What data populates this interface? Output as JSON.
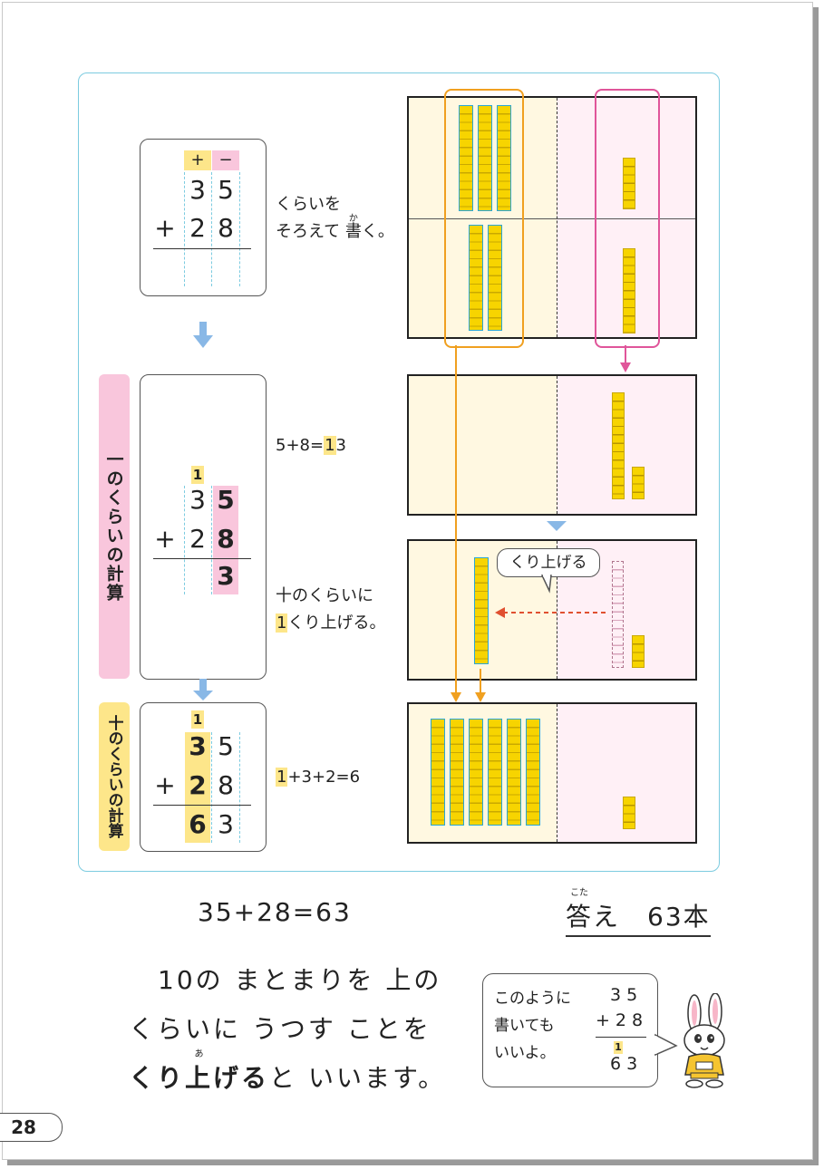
{
  "page_number": "28",
  "step1": {
    "header_plus": "+",
    "header_minus": "−",
    "top_tens": "3",
    "top_ones": "5",
    "sign": "+",
    "bot_tens": "2",
    "bot_ones": "8",
    "note_line1": "くらいを",
    "note_line2_a": "そろえて ",
    "note_line2_kanji": "書",
    "note_line2_ruby": "か",
    "note_line2_b": "く。"
  },
  "step2": {
    "side_label": "一のくらいの計算",
    "carry": "1",
    "top_tens": "3",
    "top_ones": "5",
    "sign": "+",
    "bot_tens": "2",
    "bot_ones": "8",
    "res_ones": "3",
    "note_eq_a": "5+8=",
    "note_eq_carry": "1",
    "note_eq_b": "3",
    "note_carry_line1": "十のくらいに",
    "note_carry_num": "1",
    "note_carry_line2": "くり上げる。",
    "bubble": "くり上げる"
  },
  "step3": {
    "side_label": "十のくらいの計算",
    "carry": "1",
    "top_tens": "3",
    "top_ones": "5",
    "sign": "+",
    "bot_tens": "2",
    "bot_ones": "8",
    "res_tens": "6",
    "res_ones": "3",
    "note_eq_carry": "1",
    "note_eq_b": "+3+2=6"
  },
  "summary": {
    "equation": "35+28=63",
    "answer_kanji": "答",
    "answer_ruby": "こた",
    "answer_rest": "え　63本"
  },
  "explain": {
    "line1": "10の まとまりを 上の",
    "line2": "くらいに うつす ことを",
    "line3_bold_a": "くり",
    "line3_bold_kanji": "上",
    "line3_ruby": "あ",
    "line3_bold_b": "げる",
    "line3_rest": "と いいます。"
  },
  "tip": {
    "line1": "このように",
    "line2": "書いても",
    "line3": "いいよ。",
    "top": "35",
    "bottom": "+28",
    "carry": "1",
    "result": "63"
  },
  "colors": {
    "panel_border": "#7ccbe0",
    "yellow": "#fde68a",
    "pink": "#f9c6dc",
    "orange": "#f0a020",
    "magenta": "#e0559a",
    "arrow_blue": "#89b8e6",
    "red_arrow": "#e05030"
  }
}
